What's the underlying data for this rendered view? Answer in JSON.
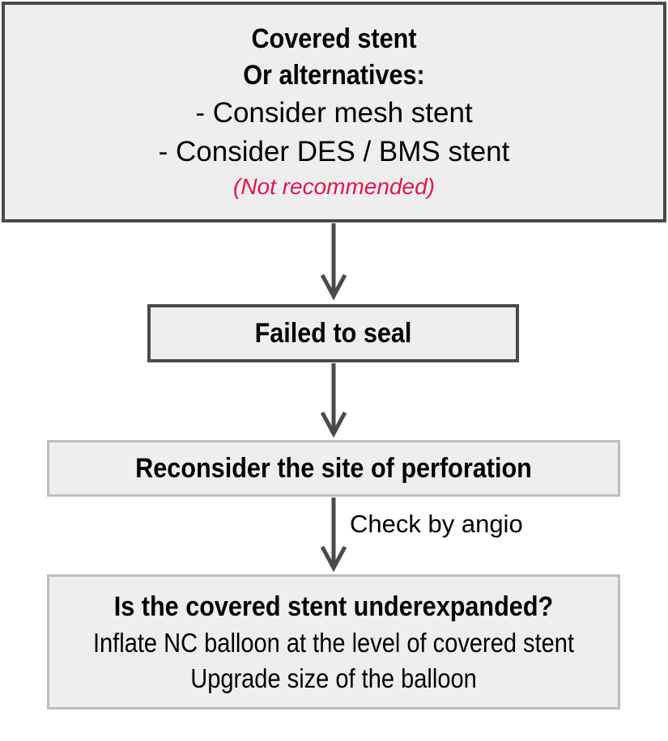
{
  "box1": {
    "line1": "Covered stent",
    "line2": "Or alternatives:",
    "line3": "- Consider mesh stent",
    "line4": "- Consider DES / BMS stent",
    "note": "(Not recommended)"
  },
  "box2": {
    "label": "Failed to seal"
  },
  "box3": {
    "label": "Reconsider the site of perforation"
  },
  "edge": {
    "label": "Check by angio"
  },
  "box4": {
    "title": "Is the covered stent underexpanded?",
    "line1": "Inflate NC balloon at the level of covered stent",
    "line2": "Upgrade size of the balloon"
  },
  "colors": {
    "note_red": "#e0174f",
    "box_fill": "#eeeeee",
    "border_dark": "#4a4a4a",
    "border_light": "#bdbdbd",
    "arrow": "#4a4a4a"
  }
}
